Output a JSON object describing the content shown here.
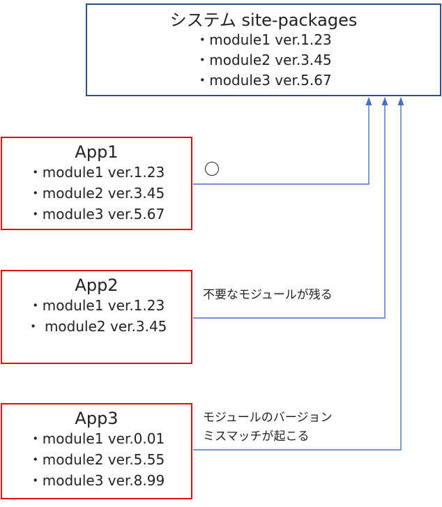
{
  "system": {
    "title": "システム site-packages",
    "modules": [
      "・module1 ver.1.23",
      "・module2 ver.3.45",
      "・module3 ver.5.67"
    ]
  },
  "apps": [
    {
      "title": "App1",
      "modules": [
        "・module1 ver.1.23",
        "・module2 ver.3.45",
        "・module3 ver.5.67"
      ]
    },
    {
      "title": "App2",
      "modules": [
        "・module1 ver.1.23",
        "・ module2 ver.3.45"
      ]
    },
    {
      "title": "App3",
      "modules": [
        "・module1 ver.0.01",
        "・module2 ver.5.55",
        "・module3 ver.8.99"
      ]
    }
  ],
  "annotations": {
    "app1_symbol": "○",
    "app2_note": "不要なモジュールが残る",
    "app3_note_line1": "モジュールのバージョン",
    "app3_note_line2": "ミスマッチが起こる"
  },
  "colors": {
    "system_border": "#2f4f8a",
    "app_border": "#e01010",
    "connector": "#4472c4"
  }
}
